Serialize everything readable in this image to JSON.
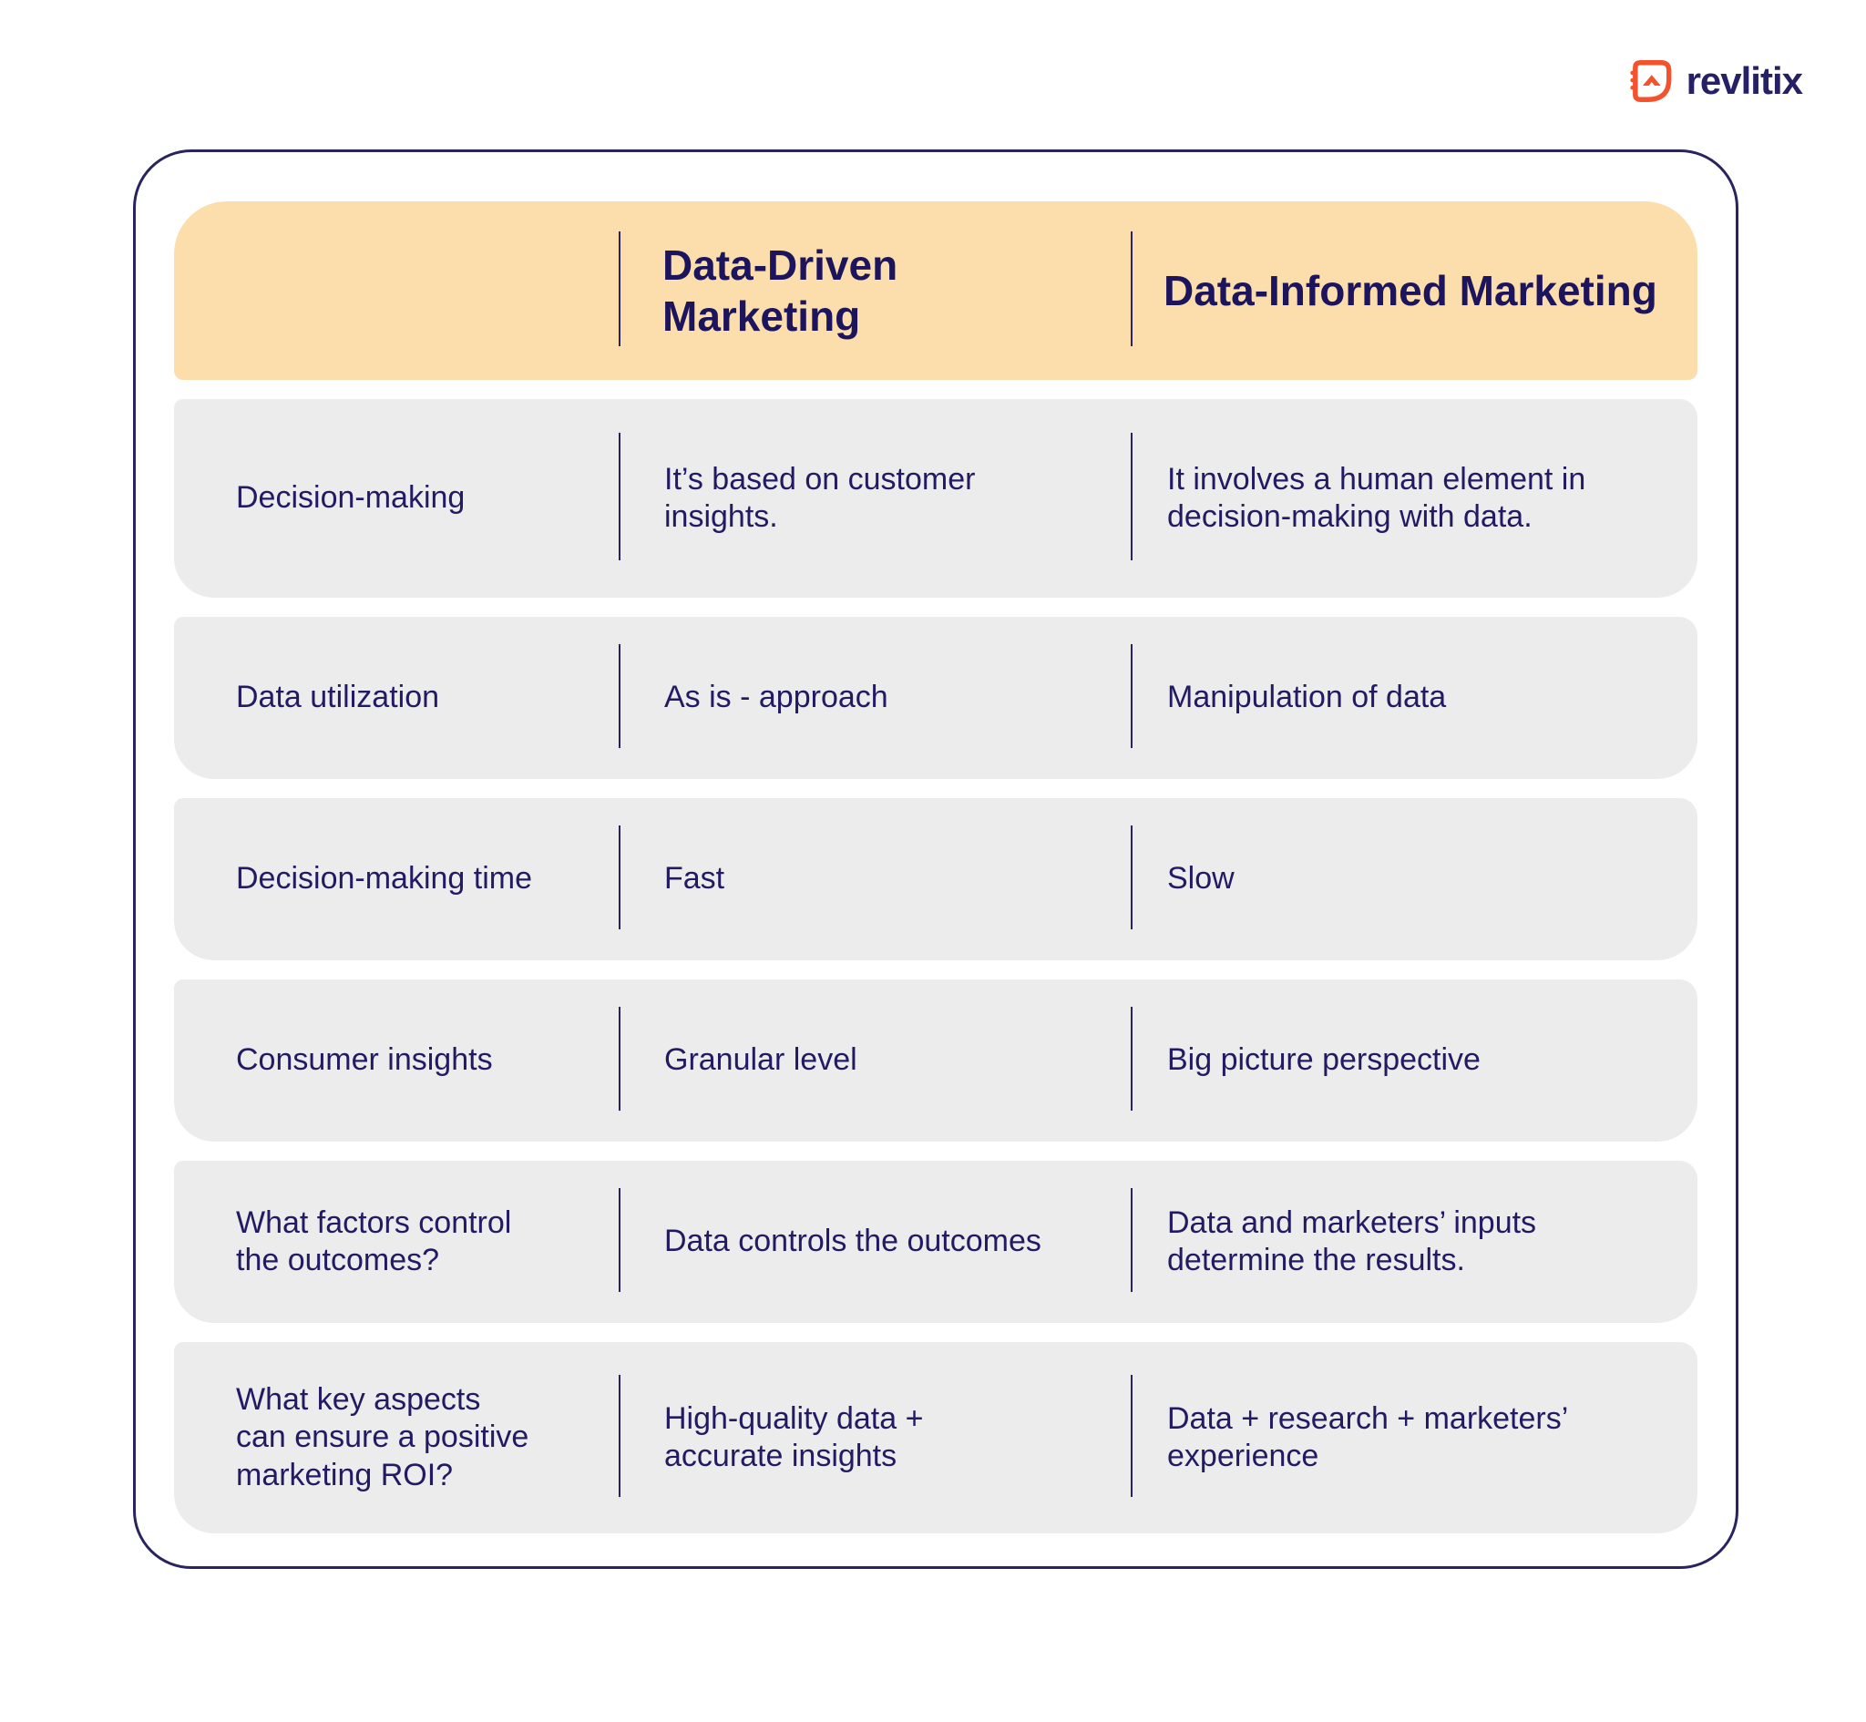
{
  "brand": {
    "name": "revlitix",
    "logo_icon": "revlitix-arrow-notebook-icon",
    "accent_orange": "#F4512C",
    "navy": "#252164"
  },
  "comparison_table": {
    "header": {
      "column1": "Data-Driven Marketing",
      "column2": "Data-Informed Marketing"
    },
    "rows": [
      {
        "label": "Decision-making",
        "data_driven": "It’s based on customer\ninsights.",
        "data_informed": "It involves a human element in\ndecision-making with data."
      },
      {
        "label": "Data utilization",
        "data_driven": "As is - approach",
        "data_informed": "Manipulation of data"
      },
      {
        "label": "Decision-making time",
        "data_driven": "Fast",
        "data_informed": "Slow"
      },
      {
        "label": "Consumer insights",
        "data_driven": "Granular level",
        "data_informed": "Big picture perspective"
      },
      {
        "label": "What factors control\nthe outcomes?",
        "data_driven": "Data controls the outcomes",
        "data_informed": "Data and marketers’ inputs\ndetermine the results."
      },
      {
        "label": "What key aspects\ncan ensure a positive\nmarketing ROI?",
        "data_driven": "High-quality data +\naccurate insights",
        "data_informed": "Data + research + marketers’\nexperience"
      }
    ],
    "colors": {
      "header_background": "#FCDEAD",
      "row_background": "#ECECEC",
      "text": "#221B64",
      "card_border": "#29245E"
    }
  }
}
